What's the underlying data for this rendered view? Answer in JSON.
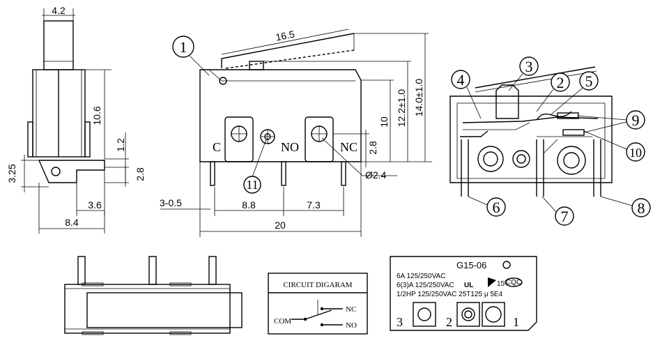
{
  "dimensions": {
    "d_4_2": "4.2",
    "d_16_5": "16.5",
    "d_10_6": "10.6",
    "d_1_2": "1.2",
    "d_3_25": "3.25",
    "d_2_8_left": "2.8",
    "d_3_6": "3.6",
    "d_8_4": "8.4",
    "d_10": "10",
    "d_12_2": "12.2±1.0",
    "d_14_0": "14.0±1.0",
    "d_2_8_right": "2.8",
    "d_dia_2_4": "Ø2.4",
    "d_3_0_5": "3-0.5",
    "d_8_8": "8.8",
    "d_7_3": "7.3",
    "d_20": "20"
  },
  "terminals": {
    "c": "C",
    "no": "NO",
    "nc": "NC"
  },
  "callouts": [
    "1",
    "2",
    "3",
    "4",
    "5",
    "6",
    "7",
    "8",
    "9",
    "10",
    "11"
  ],
  "circuit": {
    "title": "CIRCUIT DIGARAM",
    "com": "COM",
    "nc": "NC",
    "no": "NO"
  },
  "label": {
    "model": "G15-06",
    "line1": "6A 125/250VAC",
    "line2": "6(3)A 125/250VAC",
    "line3": "1/2HP 125/250VAC 25T125 μ 5E4",
    "cert_ul": "UL",
    "cert_enec": "15",
    "cert_cqc": "CQC",
    "pin3": "3",
    "pin2": "2",
    "pin1": "1"
  }
}
